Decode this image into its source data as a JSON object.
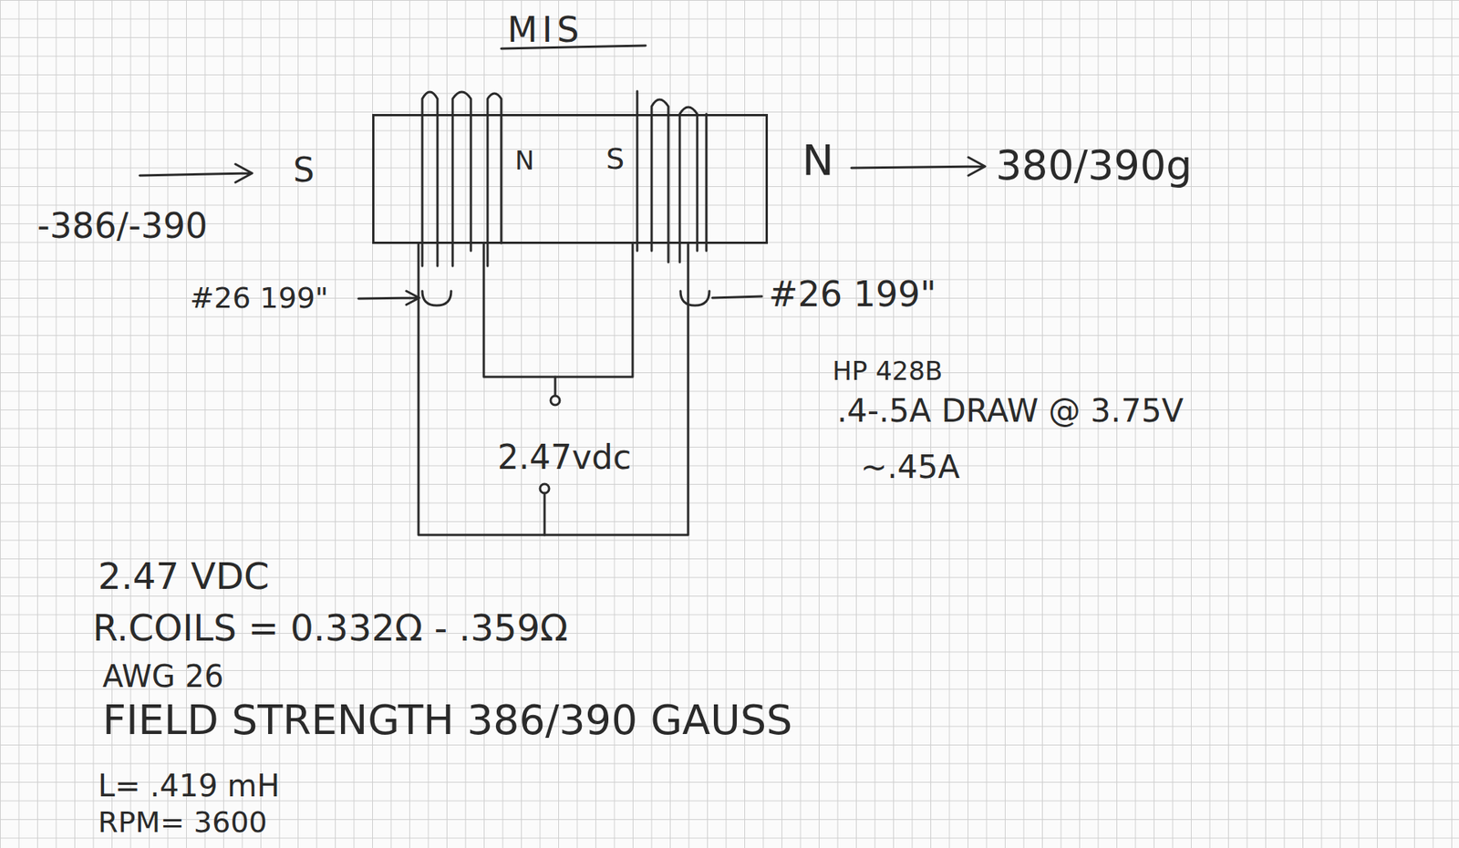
{
  "diagram": {
    "title": "MIS",
    "nodes": [
      {
        "text": [
          "N",
          "S"
        ]
      }
    ],
    "labels": [
      "S",
      "-386/-390",
      "N",
      "380/390g",
      "#26 199\"",
      "#26 199\"",
      "HP 428B",
      ".4-.5A DRAW @ 3.75V",
      "~.45A",
      "2.47vdc",
      "2.47 VDC",
      "R.COILS = 0.332Ω - .359Ω",
      "AWG 26",
      "FIELD STRENGTH 386/390 GAUSS",
      "L= .419 mH",
      "RPM= 3600"
    ]
  }
}
